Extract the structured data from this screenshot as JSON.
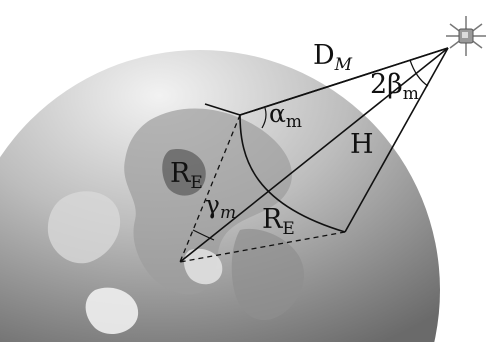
{
  "labels": {
    "D": {
      "main": "D",
      "sub": "M"
    },
    "beta": {
      "main": "2β",
      "sub": "m"
    },
    "alpha": {
      "main": "α",
      "sub": "m"
    },
    "H": {
      "main": "H"
    },
    "RE_left": {
      "main": "R",
      "sub": "E"
    },
    "RE_center": {
      "main": "R",
      "sub": "E"
    },
    "gamma": {
      "main": "γ",
      "sub": "m"
    }
  },
  "colors": {
    "ink": "#111111",
    "earth_light": "#e6e6e6",
    "earth_mid": "#a8a8a8",
    "earth_dark": "#6e6e6e"
  },
  "icons": {
    "satellite": "satellite-icon",
    "earth": "earth-globe-icon"
  }
}
